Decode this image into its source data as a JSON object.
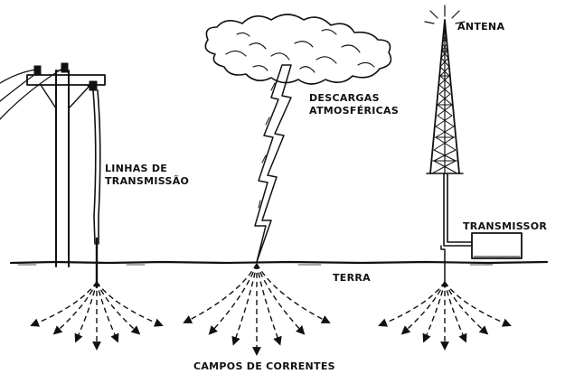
{
  "labels": {
    "transmission_lines": [
      "LINHAS DE",
      "TRANSMISSÃO"
    ],
    "atmospheric_discharges": [
      "DESCARGAS",
      "ATMOSFÉRICAS"
    ],
    "antenna": "ANTENA",
    "transmitter": "TRANSMISSOR",
    "earth": "TERRA",
    "current_fields": "CAMPOS DE CORRENTES"
  },
  "colors": {
    "ink": "#111111",
    "background": "#ffffff"
  }
}
